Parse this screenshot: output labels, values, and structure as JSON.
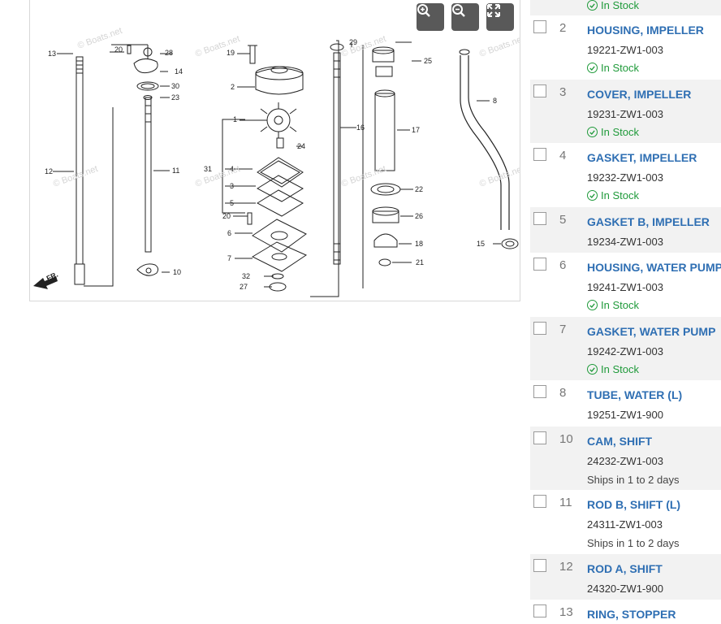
{
  "diagram": {
    "callouts": [
      "13",
      "20",
      "28",
      "14",
      "30",
      "23",
      "19",
      "2",
      "29",
      "25",
      "8",
      "1",
      "24",
      "16",
      "17",
      "12",
      "11",
      "31",
      "4",
      "3",
      "5",
      "22",
      "26",
      "20",
      "6",
      "7",
      "18",
      "15",
      "10",
      "32",
      "21",
      "27"
    ],
    "watermark": "© Boats.net",
    "direction_label": "FR.",
    "zoom_controls": {
      "zoom_in": "zoom-in-icon",
      "zoom_out": "zoom-out-icon",
      "fullscreen": "expand-icon"
    }
  },
  "stock_label": "In Stock",
  "parts": [
    {
      "ref": "",
      "name": "",
      "part_number": "",
      "status": "In Stock",
      "shade": true
    },
    {
      "ref": "2",
      "name": "HOUSING, IMPELLER",
      "part_number": "19221-ZW1-003",
      "status": "In Stock",
      "shade": false
    },
    {
      "ref": "3",
      "name": "COVER, IMPELLER",
      "part_number": "19231-ZW1-003",
      "status": "In Stock",
      "shade": true
    },
    {
      "ref": "4",
      "name": "GASKET, IMPELLER",
      "part_number": "19232-ZW1-003",
      "status": "In Stock",
      "shade": false
    },
    {
      "ref": "5",
      "name": "GASKET B, IMPELLER",
      "part_number": "19234-ZW1-003",
      "status": "",
      "shade": true
    },
    {
      "ref": "6",
      "name": "HOUSING, WATER PUMP",
      "part_number": "19241-ZW1-003",
      "status": "In Stock",
      "shade": false
    },
    {
      "ref": "7",
      "name": "GASKET, WATER PUMP",
      "part_number": "19242-ZW1-003",
      "status": "In Stock",
      "shade": true
    },
    {
      "ref": "8",
      "name": "TUBE, WATER (L)",
      "part_number": "19251-ZW1-900",
      "status": "",
      "shade": false
    },
    {
      "ref": "10",
      "name": "CAM, SHIFT",
      "part_number": "24232-ZW1-003",
      "status": "Ships in 1 to 2 days",
      "shade": true
    },
    {
      "ref": "11",
      "name": "ROD B, SHIFT (L)",
      "part_number": "24311-ZW1-003",
      "status": "Ships in 1 to 2 days",
      "shade": false
    },
    {
      "ref": "12",
      "name": "ROD A, SHIFT",
      "part_number": "24320-ZW1-900",
      "status": "",
      "shade": true
    },
    {
      "ref": "13",
      "name": "RING, STOPPER",
      "part_number": "",
      "status": "",
      "shade": false
    }
  ]
}
